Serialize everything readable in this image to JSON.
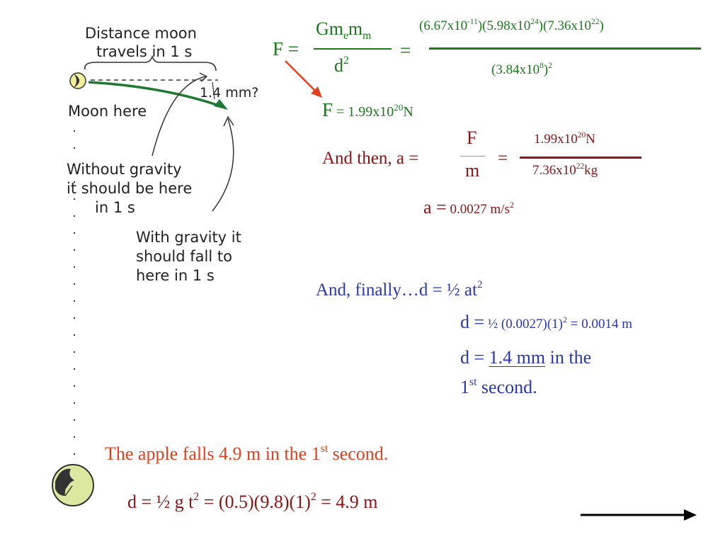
{
  "diagram": {
    "label_distance_l1": "Distance moon",
    "label_distance_l2": "travels in 1 s",
    "label_fall": "1.4 mm?",
    "label_moon_here": "Moon here",
    "label_without_l1": "Without gravity",
    "label_without_l2": "it should be here",
    "label_without_l3": "in 1 s",
    "label_with_l1": "With gravity it",
    "label_with_l2": "should fall to",
    "label_with_l3": "here in 1 s"
  },
  "force": {
    "lhs": "F =",
    "num_G": "Gm",
    "num_sub_e": "e",
    "num_m": "m",
    "num_sub_m": "m",
    "den": "d",
    "den_exp": "2",
    "eq": "=",
    "big_num": {
      "p1": "(6.67x10",
      "e1": "-11",
      "p2": ")(5.98x10",
      "e2": "24",
      "p3": ")(7.36x10",
      "e3": "22",
      "p4": ")"
    },
    "big_den": {
      "p1": "(3.84x10",
      "e1": "8",
      "p2": ")",
      "e2": "2"
    },
    "result_F": "F",
    "result_val": " = 1.99x10",
    "result_exp": "20",
    "result_unit": "N"
  },
  "accel": {
    "lead": "And then, a =",
    "num": "F",
    "den": "m",
    "eq": "=",
    "val_num": "1.99x10",
    "val_num_exp": "20",
    "val_num_unit": "N",
    "val_den": "7.36x10",
    "val_den_exp": "22",
    "val_den_unit": "kg",
    "result_a": "a =",
    "result_val": " 0.0027 m/s",
    "result_exp": "2"
  },
  "distance": {
    "lead": "And, finally…d = ½ at",
    "lead_exp": "2",
    "calc_d": "d =",
    "calc_rest": " ½ (0.0027)(1)",
    "calc_exp": "2",
    "calc_end": " = 0.0014 m",
    "final_d": "d = ",
    "final_val": "1.4 mm",
    "final_rest": " in the",
    "final_l2a": "1",
    "final_l2sup": "st",
    "final_l2b": " second."
  },
  "apple": {
    "line1a": "The apple falls 4.9 m in the 1",
    "line1sup": "st",
    "line1b": " second.",
    "line2a": "d = ½ g t",
    "line2exp": "2",
    "line2b": " = (0.5)(9.8)(1)",
    "line2exp2": "2",
    "line2c": " = 4.9 m"
  },
  "colors": {
    "green": "#1a7a1a",
    "maroon": "#8b1414",
    "blue": "#2a36b8",
    "orange": "#e04020"
  }
}
